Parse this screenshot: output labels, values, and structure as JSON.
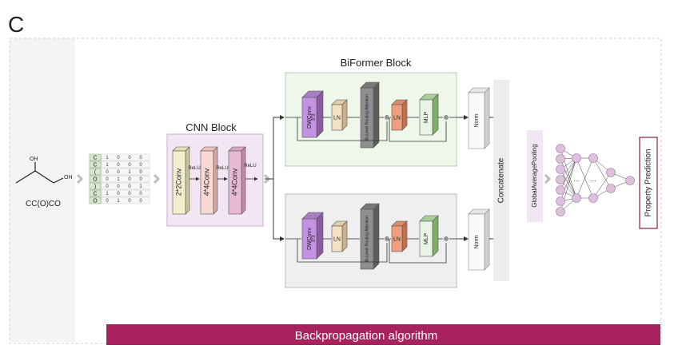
{
  "panel_label": "C",
  "molecule": {
    "smiles": "CC(O)CO",
    "oh_top": "OH",
    "oh_right": "OH"
  },
  "matrix": {
    "tokens": [
      "C",
      "C",
      "(",
      "O",
      ")",
      "C",
      "O"
    ],
    "rows": [
      [
        "1",
        "0",
        "0",
        "0"
      ],
      [
        "1",
        "0",
        "0",
        "0"
      ],
      [
        "0",
        "0",
        "1",
        "0"
      ],
      [
        "0",
        "1",
        "0",
        "0"
      ],
      [
        "0",
        "0",
        "0",
        "1"
      ],
      [
        "1",
        "0",
        "0",
        "0"
      ],
      [
        "0",
        "1",
        "0",
        "0"
      ]
    ]
  },
  "cnn": {
    "title": "CNN Block",
    "layers": [
      "2*2Conv",
      "4*4Conv",
      "4*4Conv"
    ],
    "relu": "ReLU"
  },
  "biformer": {
    "title": "BiFormer Block",
    "dwconv": "DWConv",
    "dwconv_size": "3*3",
    "ln": "LN",
    "attention": "Bi-Level Routing Attention",
    "mlp": "MLP",
    "norm": "Norm",
    "plus": "⊕"
  },
  "concatenate": "Concatenate",
  "gap": "GlobalAveragePooling",
  "nn_dots": "...",
  "property": "Property Prediction",
  "backprop": "Backpropagation algorithm",
  "colors": {
    "backprop": "#a8235e",
    "cnn_bg": "#f3e6f4",
    "biformer_top_bg": "#eef7ea",
    "biformer_bottom_bg": "#efefef",
    "dwconv": "#c592e3",
    "ln": "#f4e1c4",
    "ln2": "#ef9f7d",
    "attention": "#8a8a8a",
    "mlp": "#bfe3b0",
    "node": "#dcc0dd",
    "property_border": "#8a1f48"
  }
}
